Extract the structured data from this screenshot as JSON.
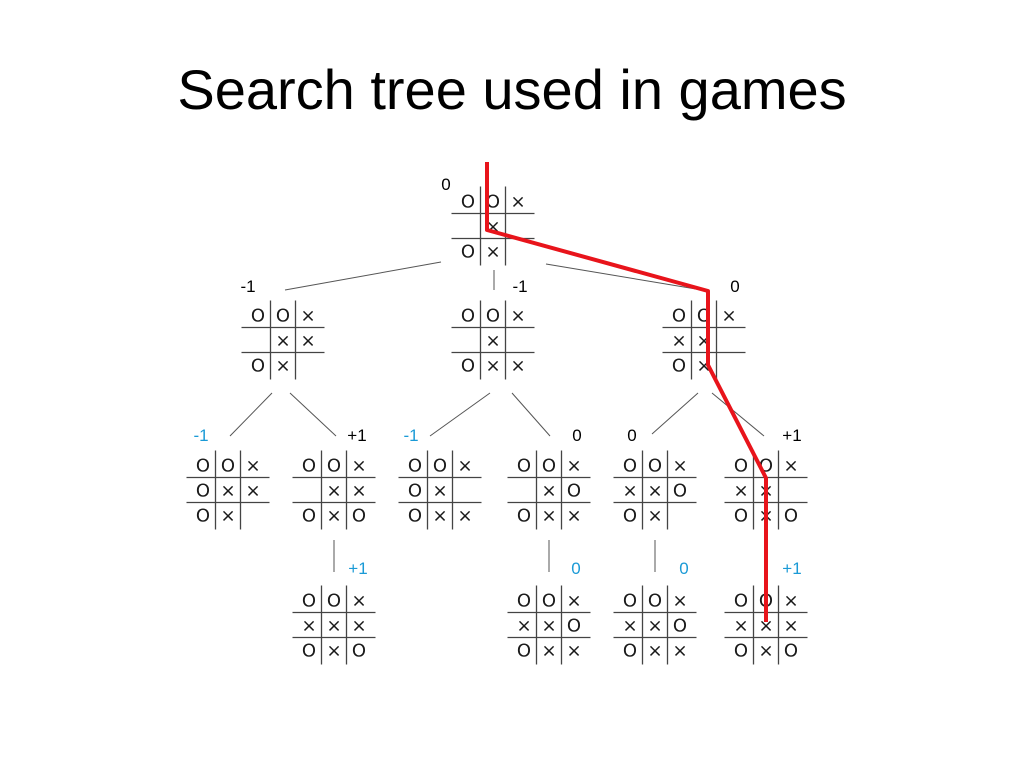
{
  "title": "Search tree used in games",
  "colors": {
    "score_black": "#000000",
    "score_blue": "#1a9ad6",
    "path_red": "#e8141b"
  },
  "nodes": [
    {
      "id": "root",
      "score": "0",
      "score_color": "black",
      "board": [
        "O",
        "O",
        "X",
        "",
        "X",
        "",
        "O",
        "X",
        ""
      ]
    },
    {
      "id": "l1-a",
      "score": "-1",
      "score_color": "black",
      "board": [
        "O",
        "O",
        "X",
        "",
        "X",
        "X",
        "O",
        "X",
        ""
      ]
    },
    {
      "id": "l1-b",
      "score": "-1",
      "score_color": "black",
      "board": [
        "O",
        "O",
        "X",
        "",
        "X",
        "",
        "O",
        "X",
        "X"
      ]
    },
    {
      "id": "l1-c",
      "score": "0",
      "score_color": "black",
      "board": [
        "O",
        "O",
        "X",
        "X",
        "X",
        "",
        "O",
        "X",
        ""
      ]
    },
    {
      "id": "l2-a",
      "score": "-1",
      "score_color": "blue",
      "board": [
        "O",
        "O",
        "X",
        "O",
        "X",
        "X",
        "O",
        "X",
        ""
      ]
    },
    {
      "id": "l2-b",
      "score": "+1",
      "score_color": "black",
      "board": [
        "O",
        "O",
        "X",
        "",
        "X",
        "X",
        "O",
        "X",
        "O"
      ]
    },
    {
      "id": "l2-c",
      "score": "-1",
      "score_color": "blue",
      "board": [
        "O",
        "O",
        "X",
        "O",
        "X",
        "",
        "O",
        "X",
        "X"
      ]
    },
    {
      "id": "l2-d",
      "score": "0",
      "score_color": "black",
      "board": [
        "O",
        "O",
        "X",
        "",
        "X",
        "O",
        "O",
        "X",
        "X"
      ]
    },
    {
      "id": "l2-e",
      "score": "0",
      "score_color": "black",
      "board": [
        "O",
        "O",
        "X",
        "X",
        "X",
        "O",
        "O",
        "X",
        ""
      ]
    },
    {
      "id": "l2-f",
      "score": "+1",
      "score_color": "black",
      "board": [
        "O",
        "O",
        "X",
        "X",
        "X",
        "",
        "O",
        "X",
        "O"
      ]
    },
    {
      "id": "l3-a",
      "score": "+1",
      "score_color": "blue",
      "board": [
        "O",
        "O",
        "X",
        "X",
        "X",
        "X",
        "O",
        "X",
        "O"
      ]
    },
    {
      "id": "l3-b",
      "score": "0",
      "score_color": "blue",
      "board": [
        "O",
        "O",
        "X",
        "X",
        "X",
        "O",
        "O",
        "X",
        "X"
      ]
    },
    {
      "id": "l3-c",
      "score": "0",
      "score_color": "blue",
      "board": [
        "O",
        "O",
        "X",
        "X",
        "X",
        "O",
        "O",
        "X",
        "X"
      ]
    },
    {
      "id": "l3-d",
      "score": "+1",
      "score_color": "blue",
      "board": [
        "O",
        "O",
        "X",
        "X",
        "X",
        "X",
        "O",
        "X",
        "O"
      ]
    }
  ],
  "edges": [
    [
      "root",
      "l1-a"
    ],
    [
      "root",
      "l1-b"
    ],
    [
      "root",
      "l1-c"
    ],
    [
      "l1-a",
      "l2-a"
    ],
    [
      "l1-a",
      "l2-b"
    ],
    [
      "l1-b",
      "l2-c"
    ],
    [
      "l1-b",
      "l2-d"
    ],
    [
      "l1-c",
      "l2-e"
    ],
    [
      "l1-c",
      "l2-f"
    ],
    [
      "l2-b",
      "l3-a"
    ],
    [
      "l2-d",
      "l3-b"
    ],
    [
      "l2-e",
      "l3-c"
    ],
    [
      "l2-f",
      "l3-d"
    ]
  ]
}
